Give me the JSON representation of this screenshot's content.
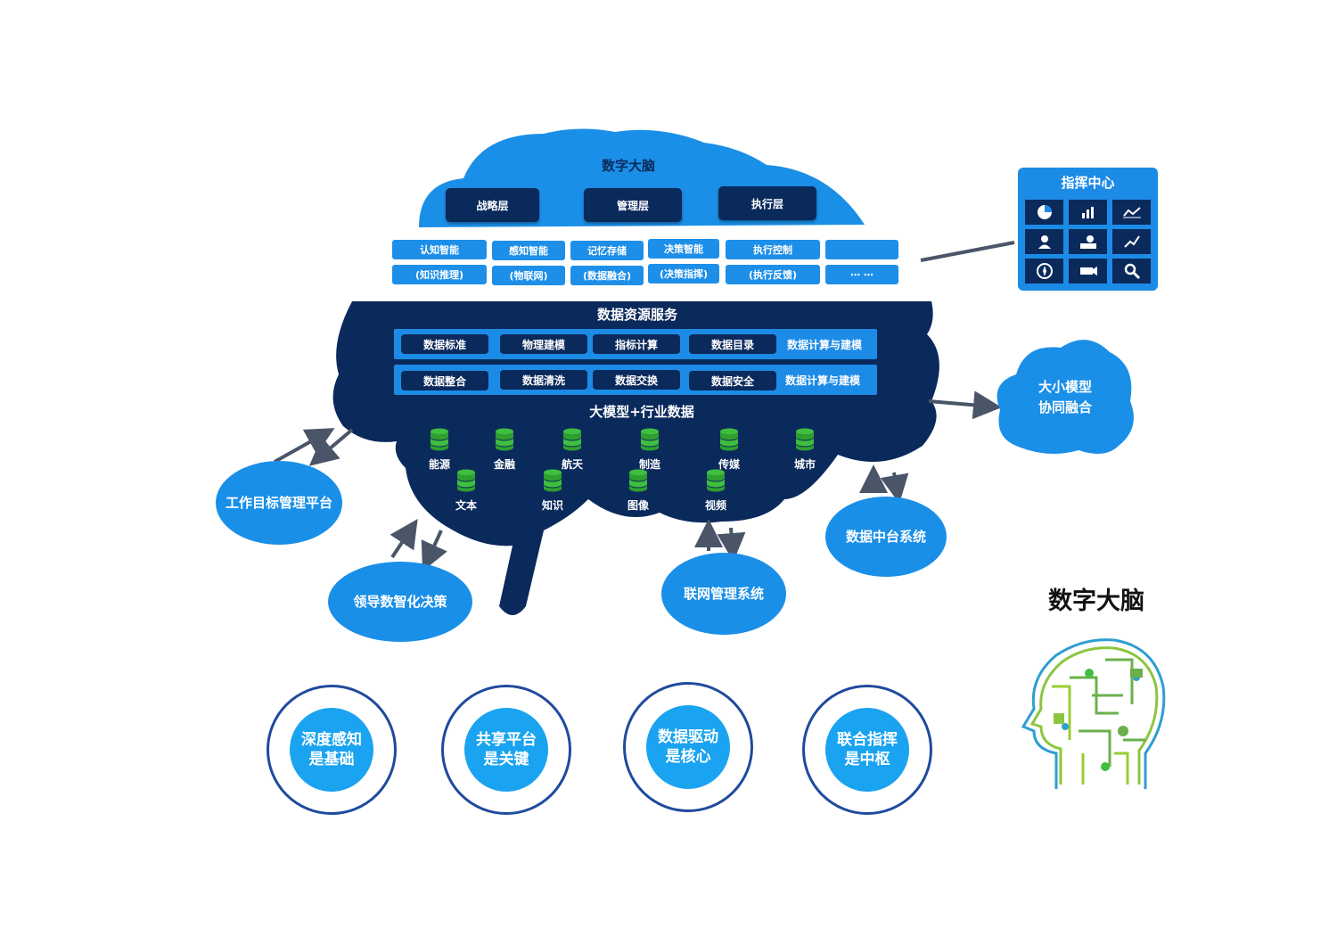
{
  "brain": {
    "title": "数字大脑",
    "layers": [
      "战略层",
      "管理层",
      "执行层"
    ],
    "capabilities": [
      {
        "top": "认知智能",
        "bottom": "(知识推理)"
      },
      {
        "top": "感知智能",
        "bottom": "(物联网)"
      },
      {
        "top": "记忆存储",
        "bottom": "(数据融合)"
      },
      {
        "top": "决策智能",
        "bottom": "(决策指挥)"
      },
      {
        "top": "执行控制",
        "bottom": "(执行反馈)"
      },
      {
        "top": "",
        "bottom": "⋯ ⋯"
      }
    ]
  },
  "data_service": {
    "title": "数据资源服务",
    "row1": {
      "items": [
        "数据标准",
        "物理建模",
        "指标计算",
        "数据目录"
      ],
      "label": "数据计算与建模"
    },
    "row2": {
      "items": [
        "数据整合",
        "数据清洗",
        "数据交换",
        "数据安全"
      ],
      "label": "数据计算与建模"
    }
  },
  "model_data": {
    "title": "大模型+行业数据",
    "row1": [
      "能源",
      "金融",
      "航天",
      "制造",
      "传媒",
      "城市"
    ],
    "row2": [
      "文本",
      "知识",
      "图像",
      "视频"
    ]
  },
  "command_center": {
    "title": "指挥中心",
    "icons": [
      "pie-chart-icon",
      "bar-chart-icon",
      "line-chart-icon",
      "team-icon",
      "map-icon",
      "trend-icon",
      "compass-icon",
      "camera-icon",
      "search-icon"
    ]
  },
  "systems": {
    "large_small_model": "大小模型\n协同融合",
    "work_goal": "工作目标管理平台",
    "leader_decision": "领导数智化决策",
    "network_mgmt": "联网管理系统",
    "data_platform": "数据中台系统"
  },
  "principles": [
    "深度感知\n是基础",
    "共享平台\n是关键",
    "数据驱动\n是核心",
    "联合指挥\n是中枢"
  ],
  "side_title": "数字大脑",
  "colors": {
    "brand_blue": "#1c8be6",
    "navy": "#0b2a5c",
    "accent_green": "#3fbf3f"
  }
}
